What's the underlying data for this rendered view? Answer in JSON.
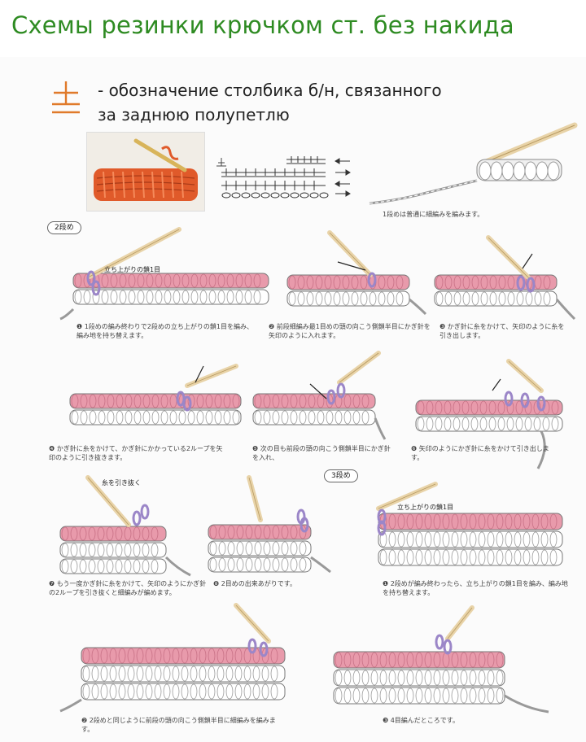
{
  "page": {
    "title": "Схемы резинки крючком ст. без накида",
    "legend_line1": "- обозначение столбика б/н, связанного",
    "legend_line2": "за заднюю полупетлю"
  },
  "captions": {
    "row1": "1段めは普通に細編みを編みます。",
    "row2_chip": "2段め",
    "row3_chip": "3段め",
    "tag_turning": "立ち上がりの鎖1目",
    "tag_turning3": "立ち上がりの鎖1目",
    "tag_pull": "糸を引き抜く",
    "step1": "❶ 1段めの編み終わりで2段めの立ち上がりの鎖1目を編み、編み地を持ち替えます。",
    "step2": "❷ 前段細編み最1目めの頭の向こう側鎖半目にかぎ針を矢印のように入れます。",
    "step3": "❸ かぎ針に糸をかけて、矢印のように糸を引き出します。",
    "step4": "❹ かぎ針に糸をかけて、かぎ針にかかっている2ループを矢印のように引き抜きます。",
    "step5": "❺ 次の目も前段の頭の向こう側鎖半目にかぎ針を入れ、",
    "step6": "❻ 矢印のようにかぎ針に糸をかけて引き出します。",
    "step7": "❼ もう一度かぎ針に糸をかけて、矢印のようにかぎ針の2ループを引き抜くと細編みが編めます。",
    "step8": "❽ 2目めの出来あがりです。",
    "step9": "❶ 2段めが編み終わったら、立ち上がりの鎖1目を編み、編み地を持ち替えます。",
    "step10": "❷ 2段めと同じように前段の頭の向こう側鎖半目に細編みを編みます。",
    "step11": "❸ 4目編んだところです。"
  },
  "colors": {
    "title": "#2e8b22",
    "swatch": "#e05a2a",
    "pink": "#e89aab",
    "purple": "#9b86c8",
    "hook": "#e8d3a8",
    "note_red": "#d23a3a"
  },
  "icons": {
    "legend_symbol": "plus-underline-symbol",
    "hook": "crochet-hook-icon",
    "arrow": "arrow-icon"
  }
}
